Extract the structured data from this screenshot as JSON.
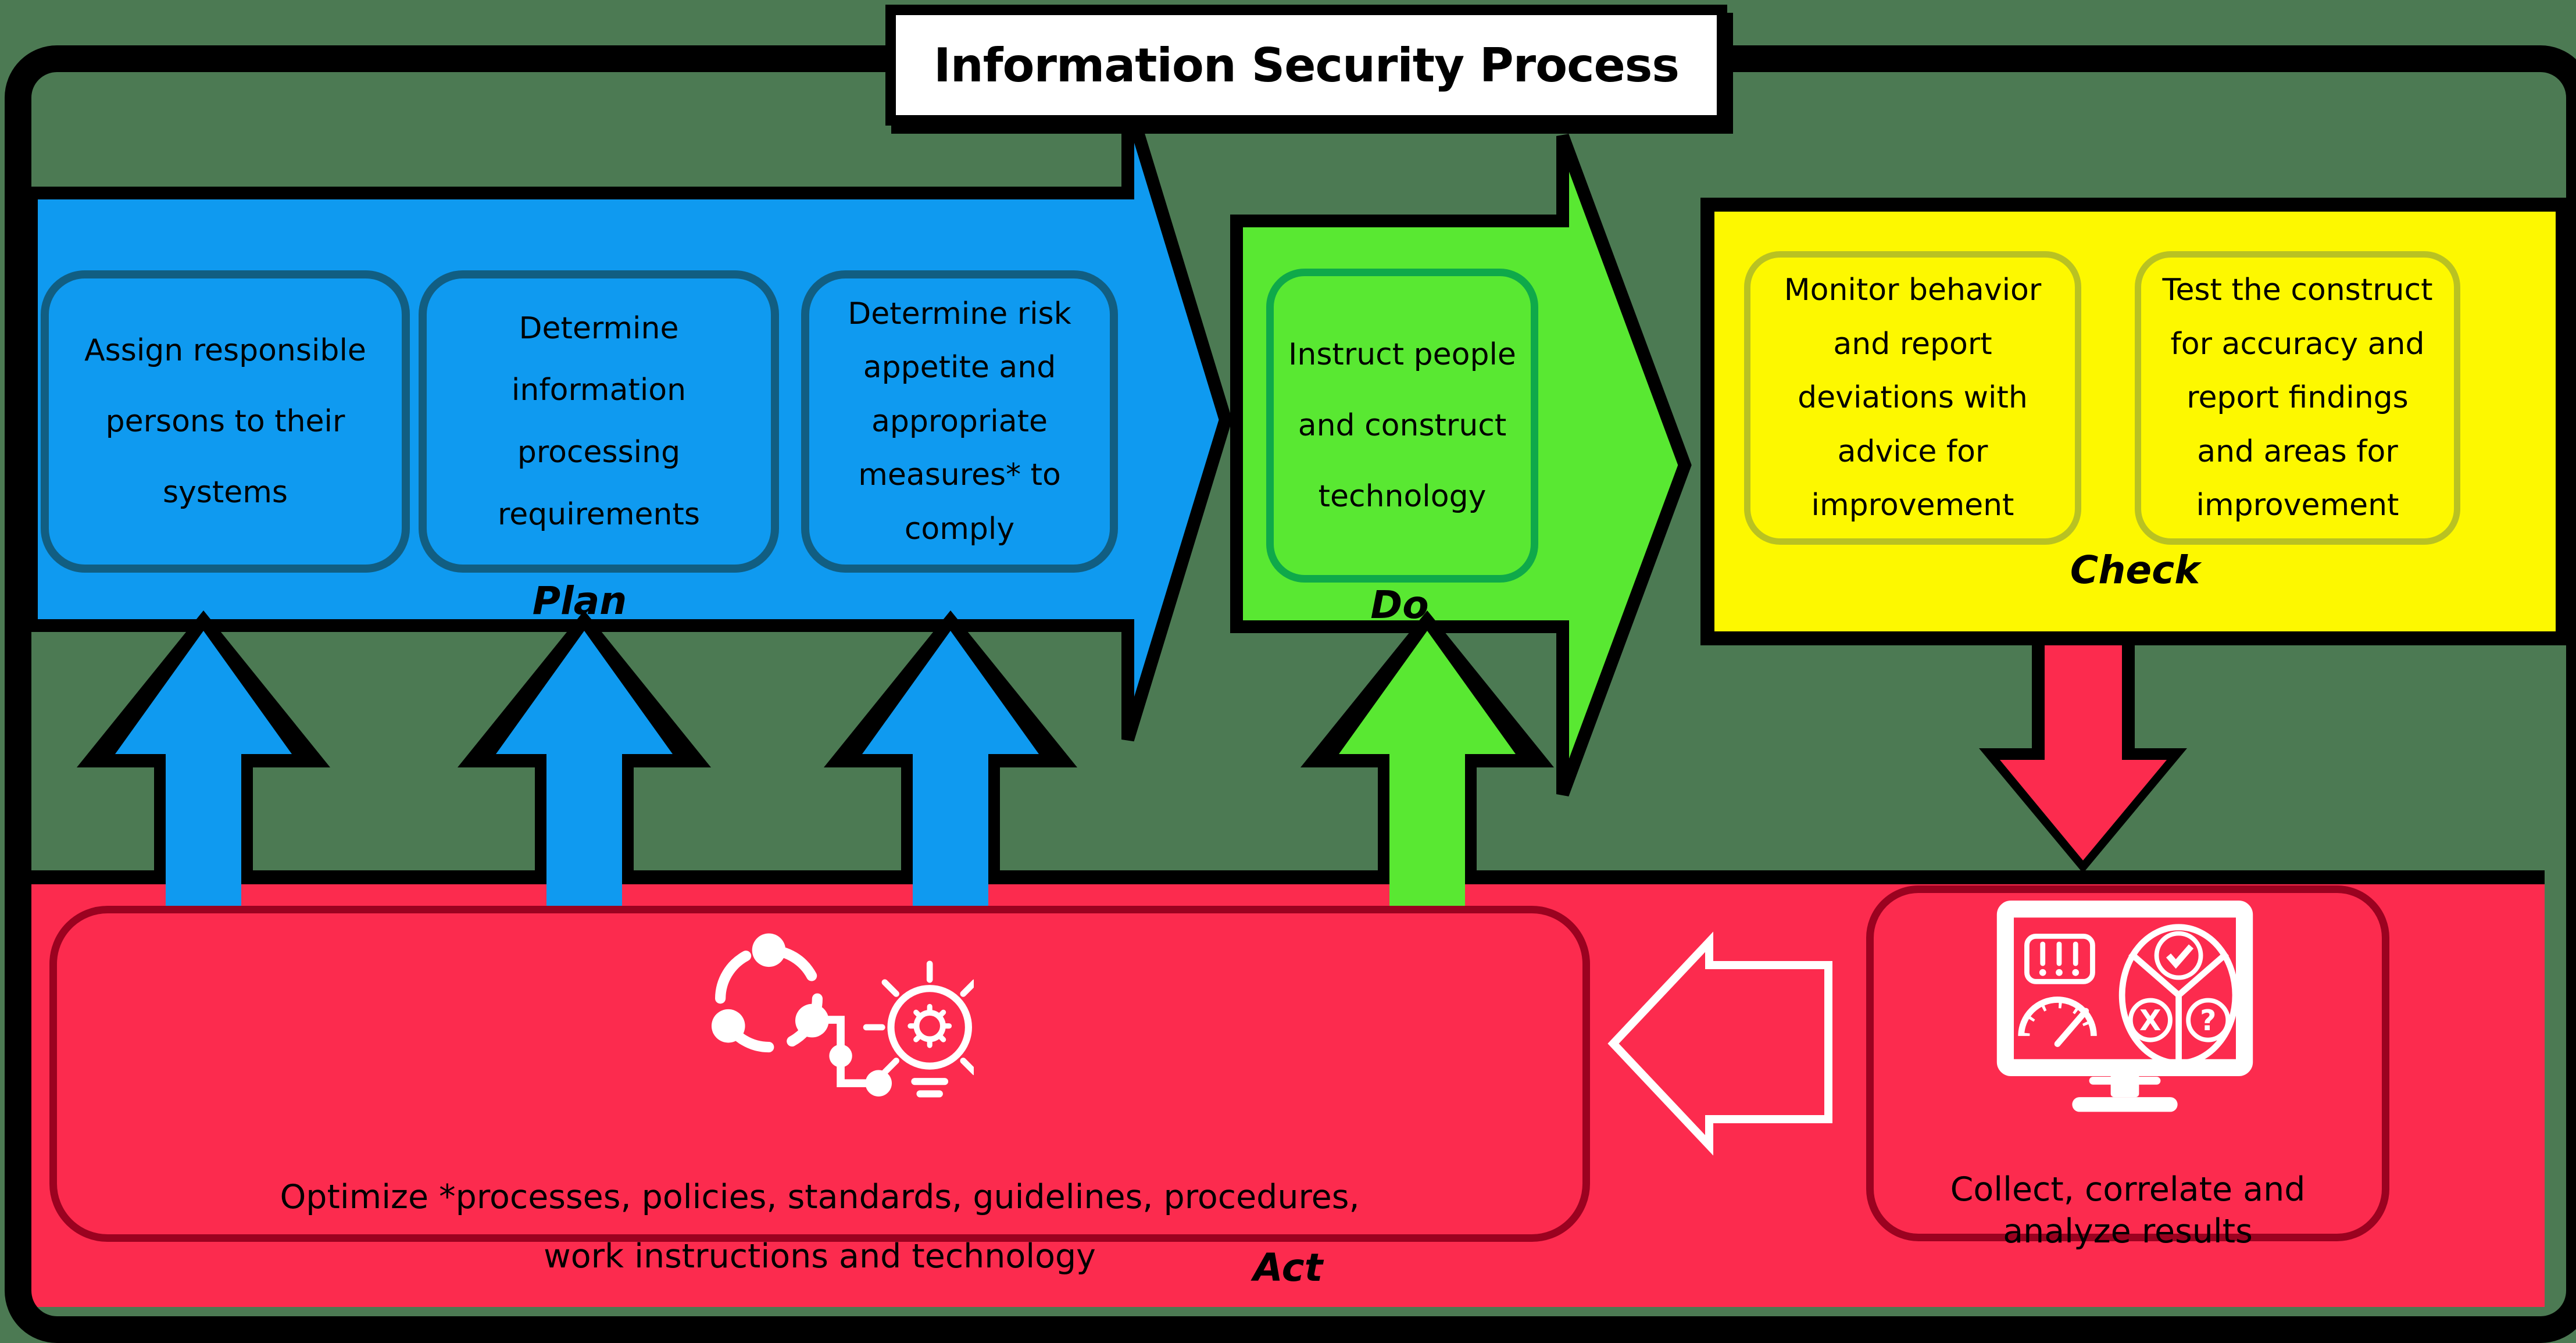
{
  "title": "Information Security Process",
  "stages": {
    "plan": {
      "label": "Plan",
      "boxes": [
        "Assign responsible\npersons to their\nsystems",
        "Determine\ninformation\nprocessing\nrequirements",
        "Determine risk\nappetite and\nappropriate\nmeasures* to\ncomply"
      ]
    },
    "do": {
      "label": "Do",
      "boxes": [
        "Instruct people\nand construct\ntechnology"
      ]
    },
    "check": {
      "label": "Check",
      "boxes": [
        "Monitor behavior\nand report\ndeviations with\nadvice for\nimprovement",
        "Test the construct\nfor accuracy and\nreport findings\nand areas for\nimprovement"
      ]
    },
    "act": {
      "label": "Act",
      "optimize_text": "Optimize *processes, policies, standards, guidelines, procedures,\nwork instructions and technology",
      "collect_text": "Collect, correlate and\nanalyze results"
    }
  },
  "icons": {
    "optimize": "network-lightbulb-optimize-icon",
    "collect": "dashboard-monitor-icon"
  },
  "colors": {
    "background": "#4c7a53",
    "plan_fill": "#0f9af0",
    "plan_border": "#115e82",
    "do_fill": "#59e832",
    "do_border": "#0fa94a",
    "check_fill": "#fdf800",
    "check_border": "#b9c222",
    "act_fill": "#fc2b4e",
    "act_border": "#9b0220",
    "outline": "#000000",
    "title_bg": "#ffffff"
  }
}
